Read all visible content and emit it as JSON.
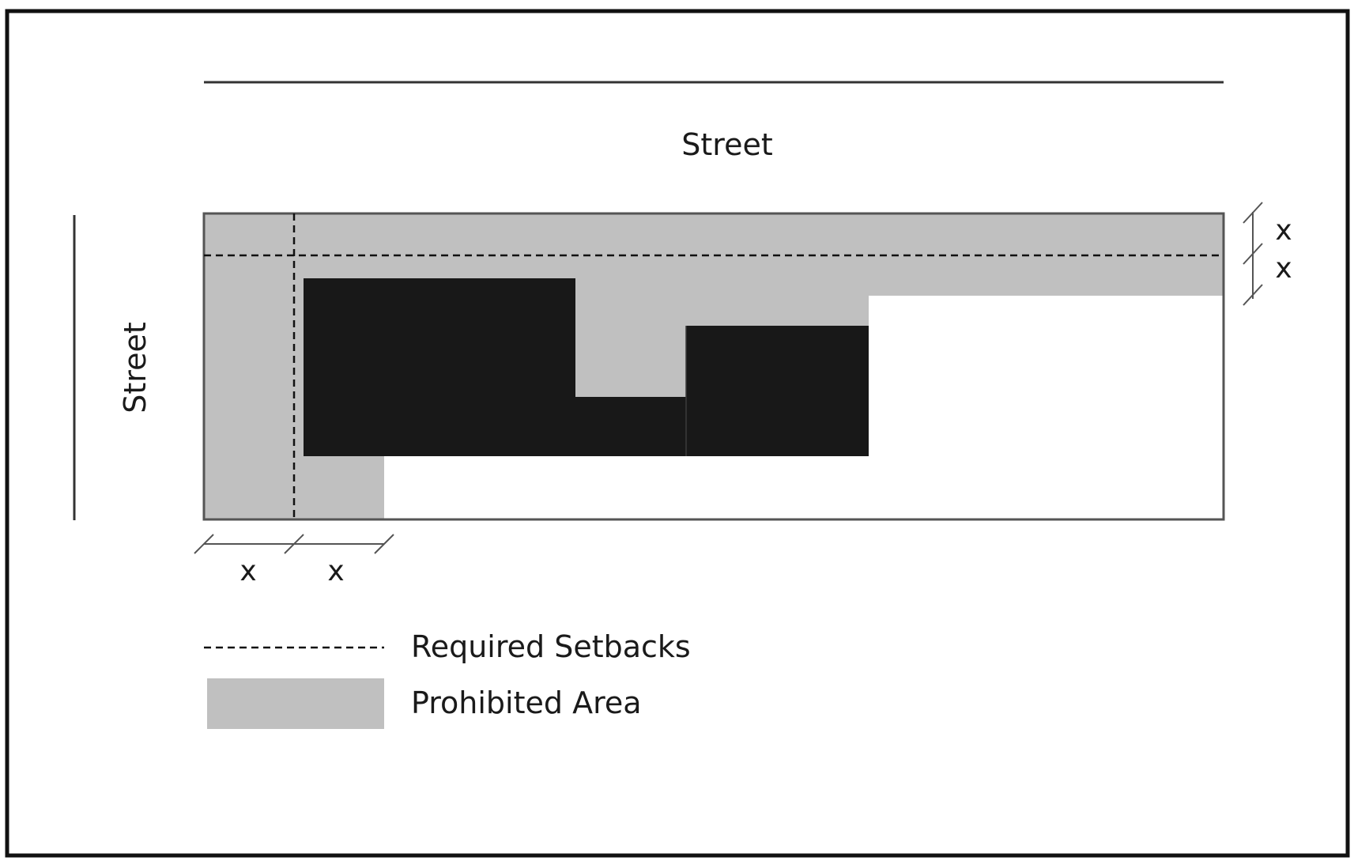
{
  "colors": {
    "prohibited": "#c0c0c0",
    "building": "#181818",
    "lines": "#555555",
    "frame": "#111111"
  },
  "labels": {
    "street_top": "Street",
    "street_left": "Street",
    "dim_x_top_1": "x",
    "dim_x_top_2": "x",
    "dim_x_bottom_1": "x",
    "dim_x_bottom_2": "x"
  },
  "legend": {
    "setbacks_label": "Required Setbacks",
    "prohibited_label": "Prohibited Area"
  }
}
